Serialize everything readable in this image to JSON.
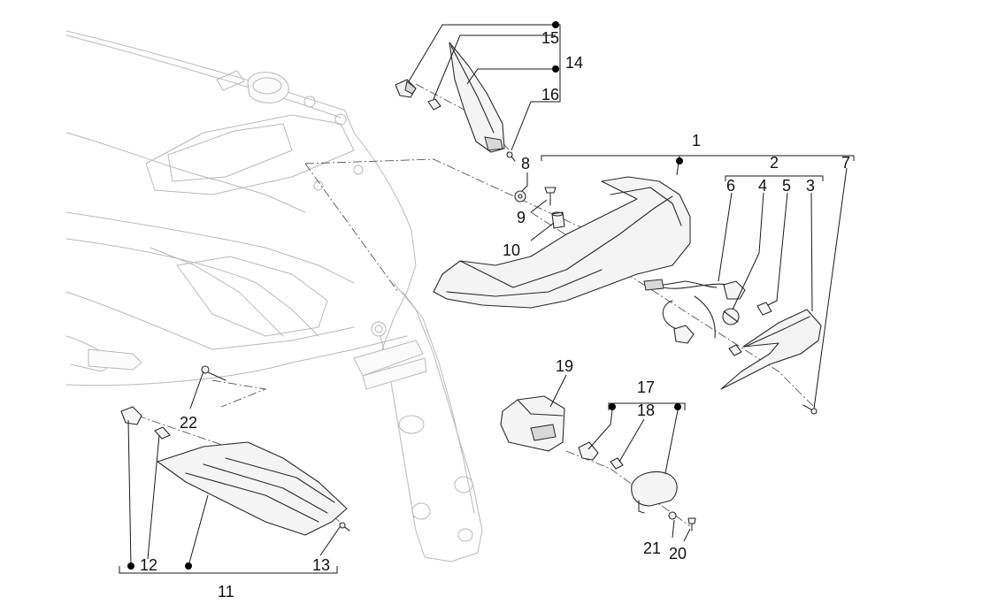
{
  "callouts": {
    "c1": "1",
    "c2": "2",
    "c3": "3",
    "c4": "4",
    "c5": "5",
    "c6": "6",
    "c7": "7",
    "c8": "8",
    "c9": "9",
    "c10": "10",
    "c11": "11",
    "c12": "12",
    "c13": "13",
    "c14": "14",
    "c15": "15",
    "c16": "16",
    "c17": "17",
    "c18": "18",
    "c19": "19",
    "c20": "20",
    "c21": "21",
    "c22": "22"
  },
  "colors": {
    "line": "#2a2a2a",
    "ghost": "#b9b9b9",
    "background": "#ffffff"
  }
}
